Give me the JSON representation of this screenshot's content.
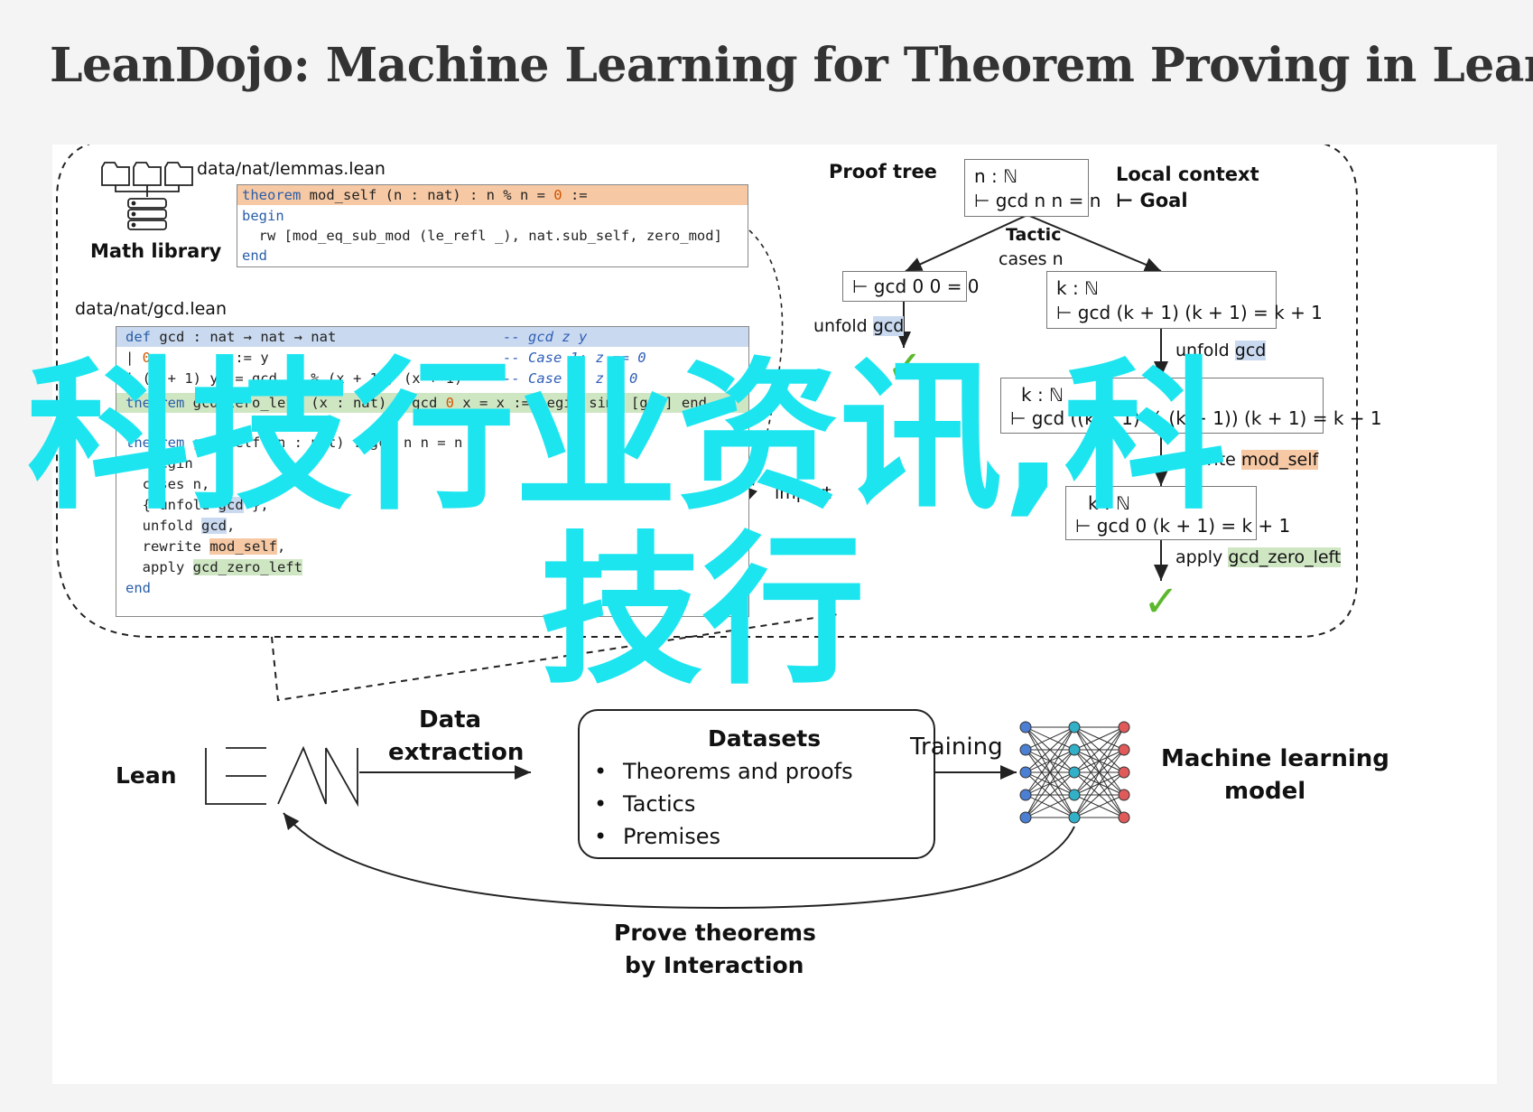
{
  "title": "LeanDojo: Machine Learning for Theorem Proving in Lean",
  "library": {
    "label": "Math library",
    "file1": "data/nat/lemmas.lean",
    "file2": "data/nat/gcd.lean"
  },
  "code1": {
    "l1_kw": "theorem",
    "l1_rest": " mod_self (n : nat) : n % n = ",
    "l1_num": "0",
    "l1_end": " :=",
    "l2": "begin",
    "l3": "  rw [mod_eq_sub_mod (le_refl _), nat.sub_self, zero_mod]",
    "l4": "end"
  },
  "code2": {
    "def_kw": "def",
    "def_rest": " gcd : nat → nat → nat",
    "def_cm": "-- gcd z y",
    "l2_a": "| ",
    "l2_num": "0",
    "l2_b": "        y := y",
    "l2_cm": "-- Case 1: z == 0",
    "l3": "| (x + 1) y := gcd (y % (x + 1)) (x + 1)",
    "l3_cm": "-- Case 2: z > 0",
    "l4_kw": "theorem",
    "l4_rest": " gcd_zero_left (x : nat) : gcd ",
    "l4_num": "0",
    "l4_end": " x = x := begin simp [gcd] end",
    "l5_kw": "theorem",
    "l5_rest": " gcd_self (n : nat) : gcd n n = n",
    "l6": ":= begin",
    "l7": "  cases n,",
    "l8_a": "  { unfold ",
    "l8_hl": "gcd",
    "l8_b": " },",
    "l9_a": "  unfold ",
    "l9_hl": "gcd",
    "l9_b": ",",
    "l10_a": "  rewrite ",
    "l10_hl": "mod_self",
    "l10_b": ",",
    "l11_a": "  apply ",
    "l11_hl": "gcd_zero_left",
    "l12": "end"
  },
  "proof_tree": {
    "title": "Proof tree",
    "root_l1": "n : ℕ",
    "root_l2": "⊢ gcd n n = n",
    "local_context": "Local context",
    "goal": "⊢ Goal",
    "tactic": "Tactic",
    "cases": "cases n",
    "left_goal": "⊢ gcd 0 0 = 0",
    "left_tactic_a": "unfold ",
    "left_tactic_hl": "gcd",
    "right_l1": "k : ℕ",
    "right_l2": "⊢ gcd (k + 1) (k + 1) = k + 1",
    "right_tactic_a": "unfold ",
    "right_tactic_hl": "gcd",
    "mid_l1": "k : ℕ",
    "mid_l2": "⊢ gcd ((k + 1) % (k + 1)) (k + 1) = k + 1",
    "rewrite_a": "rewrite ",
    "rewrite_hl": "mod_self",
    "import": "import",
    "low_l1": "k : ℕ",
    "low_l2": "⊢ gcd 0 (k + 1) = k + 1",
    "apply_a": "apply ",
    "apply_hl": "gcd_zero_left"
  },
  "pipeline": {
    "lean": "Lean",
    "data_extraction_1": "Data",
    "data_extraction_2": "extraction",
    "datasets_title": "Datasets",
    "dataset_items": [
      "Theorems and proofs",
      "Tactics",
      "Premises"
    ],
    "training": "Training",
    "ml_model_1": "Machine learning",
    "ml_model_2": "model",
    "prove_1": "Prove theorems",
    "prove_2": "by Interaction"
  },
  "watermark": {
    "line1": "科技行业资讯,科",
    "line2": "技行"
  },
  "colors": {
    "orange_highlight": "#f6c8a4",
    "blue_highlight": "#c9d9ef",
    "green_highlight": "#cfe6c3",
    "check_green": "#5cb82c",
    "watermark_cyan": "#1de5f0",
    "nn_input": "#4a7fd4",
    "nn_hidden": "#32b0c8",
    "nn_output": "#e05a5a"
  }
}
